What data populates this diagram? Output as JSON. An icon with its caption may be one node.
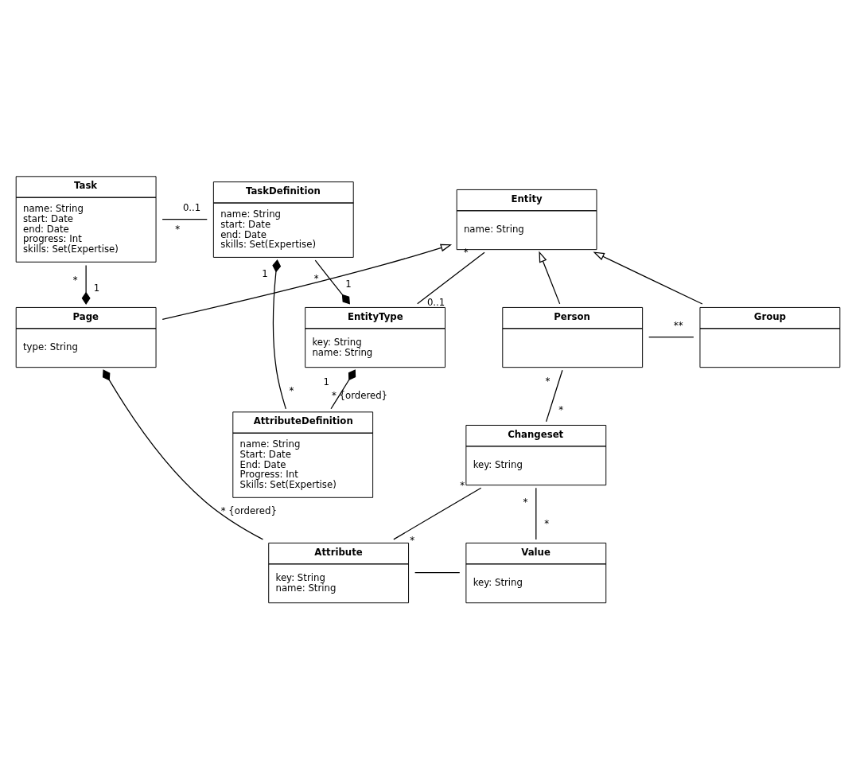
{
  "diagram": {
    "nodes": [
      {
        "text": [
          "Task",
          "name: String",
          "start: Date",
          "end: Date",
          "progress: Int",
          "skills: Set(Expertise)"
        ]
      },
      {
        "text": [
          "TaskDefinition",
          "name: String",
          "start: Date",
          "end: Date",
          "skills: Set(Expertise)"
        ]
      },
      {
        "text": [
          "Entity",
          "name: String"
        ]
      },
      {
        "text": [
          "Page",
          "type: String"
        ]
      },
      {
        "text": [
          "Person"
        ]
      },
      {
        "text": [
          "Group"
        ]
      },
      {
        "text": [
          "Changeset",
          "key: String"
        ]
      },
      {
        "text": [
          "EntityType",
          "key: String",
          "name: String"
        ]
      },
      {
        "text": [
          "Attribute",
          "key: String",
          "name: String"
        ]
      },
      {
        "text": [
          "Value",
          "key: String"
        ]
      },
      {
        "text": [
          "AttributeDefinition",
          "name: String",
          "Start: Date",
          "End: Date",
          "Progress: Int",
          "Skills: Set(Expertise)"
        ]
      }
    ],
    "edges": [
      {
        "from": 0,
        "to": 1,
        "arrow": "none"
      },
      {
        "from": 3,
        "to": 0,
        "arrow": "other"
      },
      {
        "from": 3,
        "to": 2,
        "arrow": "to"
      },
      {
        "from": 4,
        "to": 2,
        "arrow": "to"
      },
      {
        "from": 5,
        "to": 2,
        "arrow": "to"
      },
      {
        "from": 2,
        "to": 7,
        "arrow": "none"
      },
      {
        "from": 1,
        "to": 10,
        "arrow": "other"
      },
      {
        "from": 7,
        "to": 1,
        "arrow": "other"
      },
      {
        "from": 4,
        "to": 5,
        "arrow": "none"
      },
      {
        "from": 4,
        "to": 6,
        "arrow": "none"
      },
      {
        "from": 3,
        "to": 8,
        "arrow": "other"
      },
      {
        "from": 6,
        "to": 8,
        "arrow": "none"
      },
      {
        "from": 6,
        "to": 9,
        "arrow": "none"
      },
      {
        "from": 8,
        "to": 9,
        "arrow": "none"
      },
      {
        "from": 7,
        "to": 10,
        "arrow": "other"
      }
    ],
    "labels": [
      "*",
      "0..1",
      "1",
      "*",
      "*",
      "*",
      "1",
      "**",
      "*",
      "*",
      "0..1",
      "1",
      "*",
      "*",
      "1",
      "* {ordered}",
      "*",
      "*",
      "* {ordered}",
      "*"
    ]
  }
}
